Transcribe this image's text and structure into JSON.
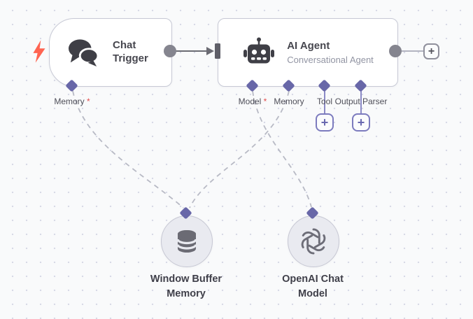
{
  "workflow": {
    "nodes": {
      "chat_trigger": {
        "title": "Chat Trigger",
        "type": "trigger",
        "port": {
          "label": "Memory",
          "required_marker": "*"
        }
      },
      "ai_agent": {
        "title": "AI Agent",
        "subtitle": "Conversational Agent",
        "ports": [
          {
            "label": "Model",
            "required_marker": "*"
          },
          {
            "label": "Memory",
            "required_marker": ""
          },
          {
            "label": "Tool",
            "required_marker": ""
          },
          {
            "label": "Output Parser",
            "required_marker": ""
          }
        ]
      },
      "window_buffer_memory": {
        "label": "Window Buffer Memory"
      },
      "openai_chat_model": {
        "label": "OpenAI Chat Model"
      }
    },
    "connections": [
      {
        "from": "chat_trigger",
        "to": "ai_agent",
        "style": "solid"
      },
      {
        "from": "window_buffer_memory",
        "to": "chat_trigger.memory",
        "style": "dashed"
      },
      {
        "from": "window_buffer_memory",
        "to": "ai_agent.memory",
        "style": "dashed"
      },
      {
        "from": "openai_chat_model",
        "to": "ai_agent.model",
        "style": "dashed"
      }
    ],
    "ui": {
      "plus_button": "+"
    },
    "colors": {
      "canvas_bg": "#f9fafb",
      "endpoint_purple": "#6867a8",
      "required_red": "#e24a4a",
      "bolt_red": "#ff6451",
      "node_border": "#c7c9d5",
      "solid_connection": "#6b6b73",
      "dashed_connection": "#b8bac5"
    }
  }
}
